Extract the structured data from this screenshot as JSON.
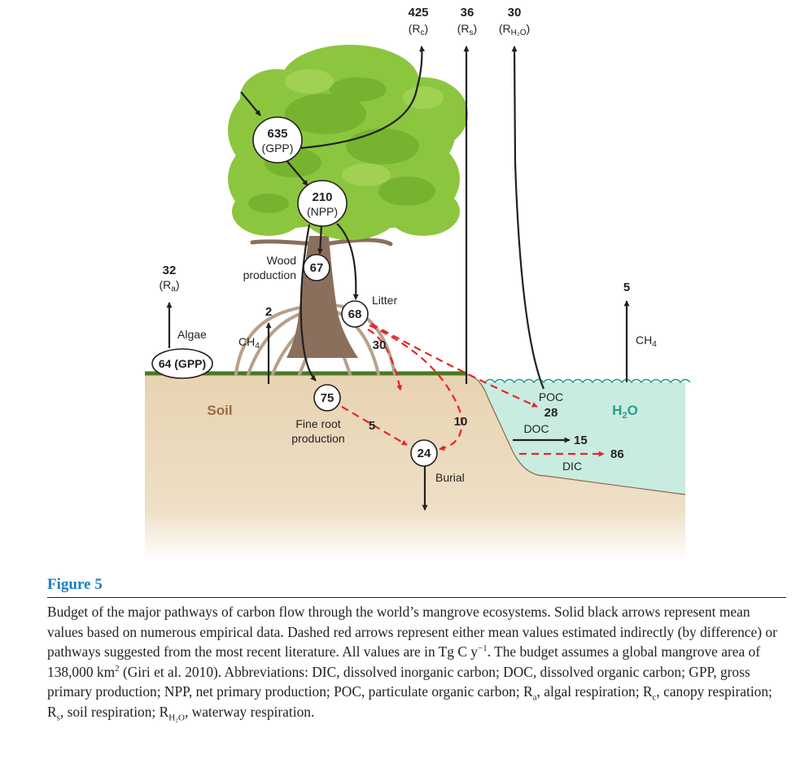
{
  "top_fluxes": [
    {
      "value": "425",
      "label": "(R",
      "sub": "c",
      "tail": ")"
    },
    {
      "value": "36",
      "label": "(R",
      "sub": "s",
      "tail": ")"
    },
    {
      "value": "30",
      "label": "(R",
      "sub": "H₂O",
      "tail": ")"
    }
  ],
  "gpp": {
    "value": "635",
    "label": "(GPP)"
  },
  "npp": {
    "value": "210",
    "label": "(NPP)"
  },
  "wood": {
    "value": "67",
    "label_line1": "Wood",
    "label_line2": "production"
  },
  "litter": {
    "value": "68",
    "label": "Litter"
  },
  "fine_root": {
    "value": "75",
    "label_line1": "Fine root",
    "label_line2": "production"
  },
  "burial": {
    "value": "24",
    "label": "Burial"
  },
  "algae": {
    "label": "Algae",
    "gpp": "64 (GPP)",
    "resp_value": "32",
    "resp_label": "(R",
    "resp_sub": "a",
    "resp_tail": ")"
  },
  "soil_ch4": {
    "value": "2",
    "label": "CH",
    "sub": "4"
  },
  "water_ch4": {
    "value": "5",
    "label": "CH",
    "sub": "4"
  },
  "flows": {
    "litter_to_soil": "30",
    "litter_to_burial": "10",
    "root_to_burial": "5"
  },
  "soil": {
    "label": "Soil"
  },
  "water": {
    "label": "H",
    "sub": "2",
    "tail": "O"
  },
  "poc": {
    "label": "POC",
    "value": "28"
  },
  "doc": {
    "label": "DOC",
    "value": "15"
  },
  "dic": {
    "label": "DIC",
    "value": "86"
  },
  "colors": {
    "soil": "#e8d3b2",
    "water": "#c9ece0",
    "tree_green": "#8cc63f",
    "trunk": "#8a6f5c",
    "dashed_red": "#e2262a",
    "figure_blue": "#1a7fc0"
  },
  "caption": {
    "figure_label": "Figure 5",
    "p1": "Budget of the major pathways of carbon flow through the world’s mangrove ecosystems. Solid black arrows represent mean values based on numerous empirical data. Dashed red arrows represent either mean values estimated indirectly (by difference) or pathways suggested from the most recent literature. All values are in Tg C y",
    "sup1": "−1",
    "p2": ". The budget assumes a global mangrove area of 138,000 km",
    "sup2": "2",
    "p3": " (Giri et al. 2010). Abbreviations: DIC, dissolved inorganic carbon; DOC, dissolved organic carbon; GPP, gross primary production; NPP, net primary production; POC, particulate organic carbon; R",
    "sub_a": "a",
    "p4": ", algal respiration; R",
    "sub_c": "c",
    "p5": ", canopy respiration; R",
    "sub_s": "s",
    "p6": ", soil respiration; R",
    "sub_h2o": "H₂O",
    "p7": ", waterway respiration."
  }
}
